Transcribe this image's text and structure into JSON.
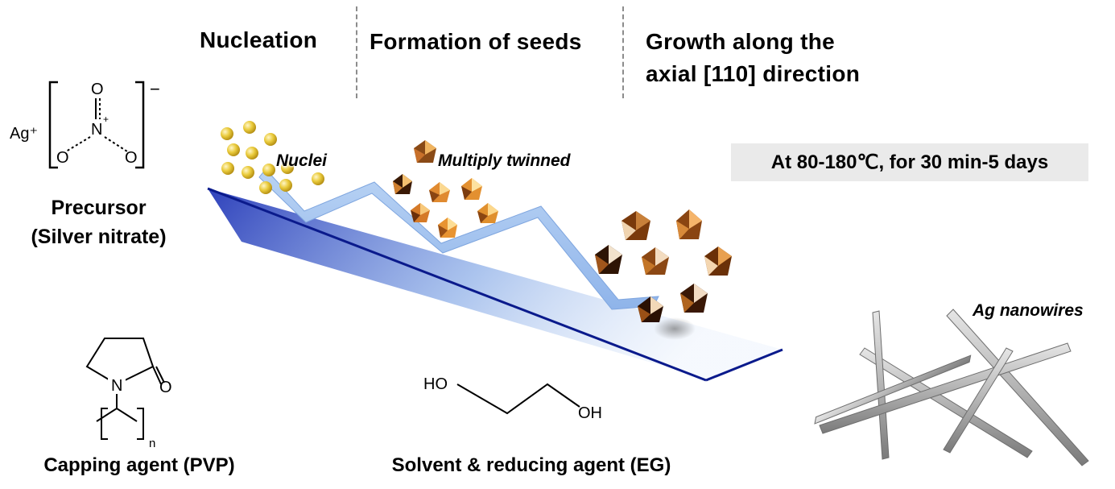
{
  "stages": {
    "nucleation": "Nucleation",
    "seeds": "Formation of seeds",
    "growth_line1": "Growth along the",
    "growth_line2": "axial [110] direction"
  },
  "precursor": {
    "cation": "Ag⁺",
    "charge": "−",
    "atoms": {
      "o_top": "O",
      "n": "N",
      "o_left": "O",
      "o_right": "O"
    },
    "label_line1": "Precursor",
    "label_line2": "(Silver nitrate)"
  },
  "pvp": {
    "atoms": {
      "n": "N",
      "o": "O",
      "n_sub": "n"
    },
    "label": "Capping agent (PVP)"
  },
  "eg": {
    "ho": "HO",
    "oh": "OH",
    "label": "Solvent & reducing agent (EG)"
  },
  "annotations": {
    "nuclei": "Nuclei",
    "twinned": "Multiply  twinned",
    "nanowires": "Ag nanowires"
  },
  "conditions": "At 80-180℃, for 30 min-5 days",
  "colors": {
    "ramp_dark": "#0a1a8c",
    "ramp_light": "#a8c8f0",
    "gold": "#e8c232",
    "copper": "#c8702a",
    "silver": "#a9a9a9"
  }
}
